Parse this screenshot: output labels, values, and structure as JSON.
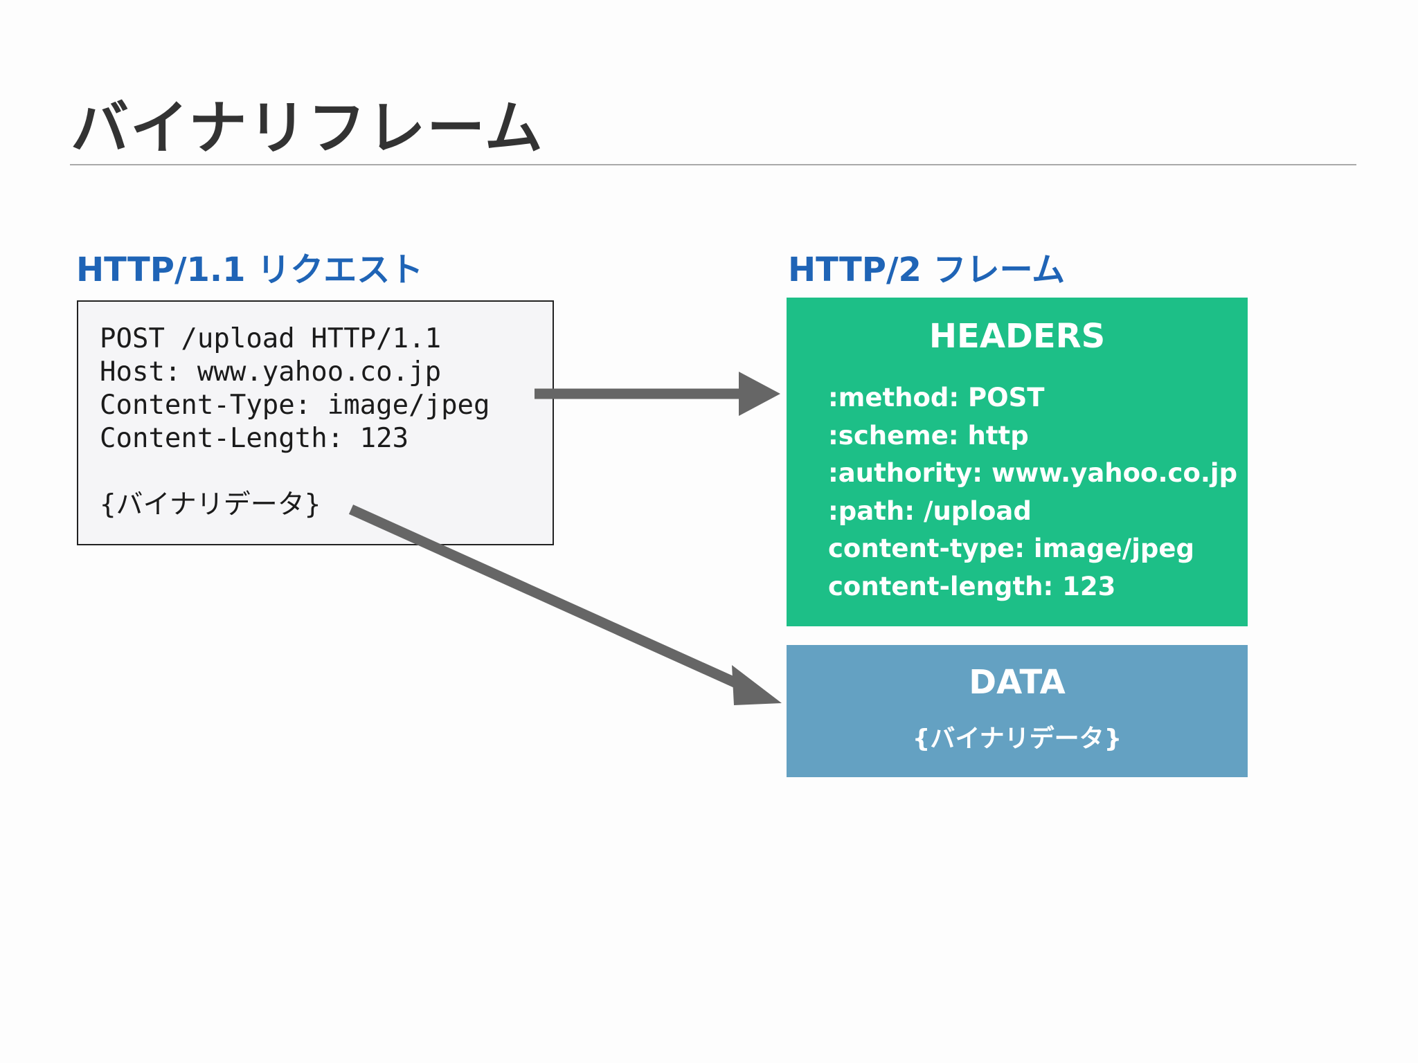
{
  "slide": {
    "title": "バイナリフレーム"
  },
  "left": {
    "heading": "HTTP/1.1 リクエスト",
    "request_lines": [
      "POST /upload HTTP/1.1",
      "Host: www.yahoo.co.jp",
      "Content-Type: image/jpeg",
      "Content-Length: 123"
    ],
    "body_line": "{バイナリデータ}"
  },
  "right": {
    "heading": "HTTP/2 フレーム",
    "headers_frame": {
      "title": "HEADERS",
      "lines": [
        ":method: POST",
        ":scheme: http",
        ":authority: www.yahoo.co.jp",
        ":path: /upload",
        "content-type: image/jpeg",
        "content-length: 123"
      ]
    },
    "data_frame": {
      "title": "DATA",
      "body": "{バイナリデータ}"
    }
  },
  "colors": {
    "title": "#333333",
    "heading": "#1f64b6",
    "headers_frame": "#1dbf87",
    "data_frame": "#64a1c2",
    "arrow": "#666666"
  }
}
